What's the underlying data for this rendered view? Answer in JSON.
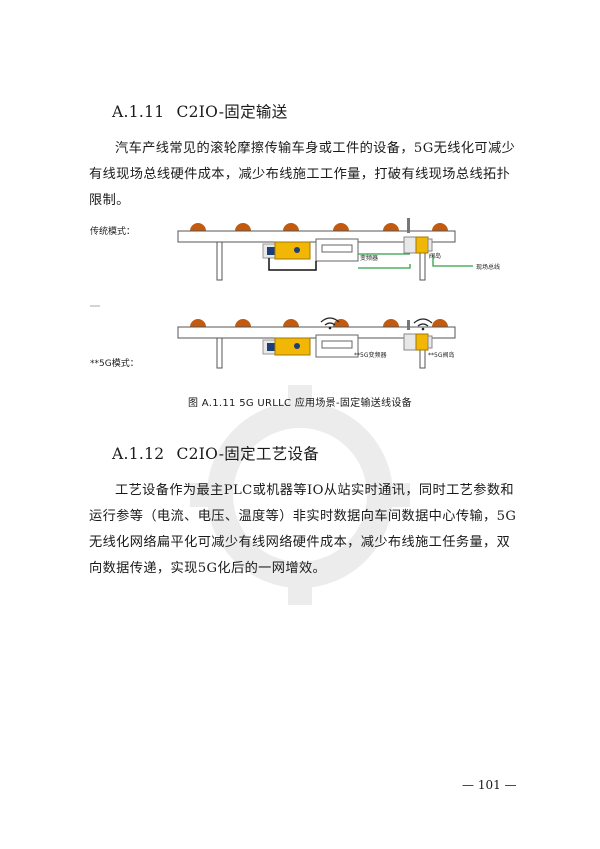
{
  "section1": {
    "number": "A.1.11",
    "title": "C2IO-固定输送",
    "paragraph": "汽车产线常见的滚轮摩擦传输车身或工件的设备，5G无线化可减少有线现场总线硬件成本，减少布线施工工作量，打破有线现场总线拓扑限制。"
  },
  "figure": {
    "traditional_label": "传统模式：",
    "fiveg_label": "**5G模式：",
    "vfd_label": "变频器",
    "valve_label": "阀岛",
    "fieldbus_label": "现场总线",
    "fiveg_vfd_label": "**5G变频器",
    "fiveg_valve_label": "**5G阀岛",
    "caption": "图 A.1.11  5G URLLC 应用场景-固定输送线设备"
  },
  "section2": {
    "number": "A.1.12",
    "title": "C2IO-固定工艺设备",
    "paragraph": "工艺设备作为最主PLC或机器等IO从站实时通讯，同时工艺参数和运行参等（电流、电压、温度等）非实时数据向车间数据中心传输，5G无线化网络扁平化可减少有线网络硬件成本，减少布线施工任务量，双向数据传递，实现5G化后的一网增效。"
  },
  "page_number": "— 101 —",
  "colors": {
    "roller": "#c25a10",
    "conveyor_fill": "#ffffff",
    "conveyor_stroke": "#555555",
    "motor_yellow": "#f2b705",
    "chip_blue": "#1c3e7a",
    "cable_green": "#2ea043",
    "cable_black": "#111111"
  }
}
